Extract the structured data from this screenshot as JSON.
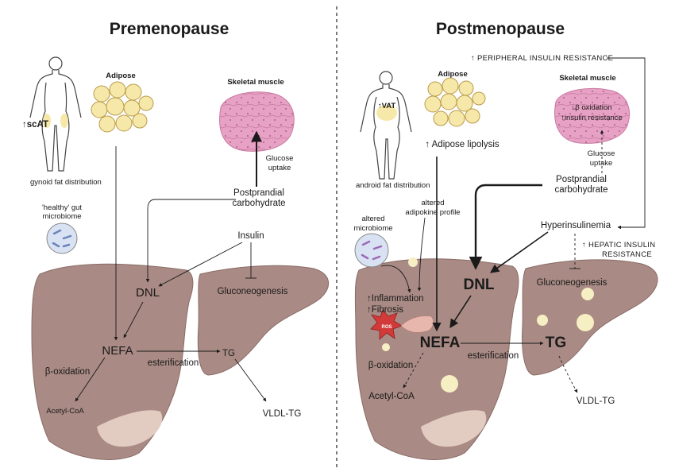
{
  "premenopause": {
    "title": "Premenopause",
    "scat": "↑scAT",
    "fat_distribution": "gynoid fat distribution",
    "adipose": "Adipose",
    "skeletal_muscle": "Skeletal muscle",
    "glucose_uptake": [
      "Glucose",
      "uptake"
    ],
    "postprandial": [
      "Postprandial",
      "carbohydrate"
    ],
    "gut": [
      "'healthy' gut",
      "microbiome"
    ],
    "insulin": "Insulin",
    "dnl": "DNL",
    "gluconeogenesis": "Gluconeogenesis",
    "nefa": "NEFA",
    "esterification": "esterification",
    "tg": "TG",
    "beta_oxidation": "β-oxidation",
    "acetyl_coa": "Acetyl-CoA",
    "vldl": "VLDL-TG"
  },
  "postmenopause": {
    "title": "Postmenopause",
    "peripheral_ir": "↑ PERIPHERAL INSULIN RESISTANCE",
    "vat": "↑VAT",
    "fat_distribution": "android fat distribution",
    "adipose": "Adipose",
    "lipolysis": "↑ Adipose lipolysis",
    "skeletal_muscle": "Skeletal muscle",
    "muscle_beta": "↓β oxidation",
    "muscle_ir": "↑insulin resistance",
    "glucose_uptake": [
      "Glucose",
      "uptake"
    ],
    "postprandial": [
      "Postprandial",
      "carbohydrate"
    ],
    "adipokine": [
      "altered",
      "adipokine profile"
    ],
    "microbiome": [
      "altered",
      "microbiome"
    ],
    "hyperinsulinemia": "Hyperinsulinemia",
    "hepatic_ir": [
      "↑ HEPATIC  INSULIN",
      "RESISTANCE"
    ],
    "dnl": "DNL",
    "gluconeogenesis": "Gluconeogenesis",
    "inflammation": "↑Inflammation",
    "fibrosis": "↑Fibrosis",
    "ros": "ROS",
    "nefa": "NEFA",
    "esterification": "esterification",
    "tg": "TG",
    "beta_oxidation": "β-oxidation",
    "acetyl_coa": "Acetyl-CoA",
    "vldl": "VLDL-TG"
  },
  "colors": {
    "liver": "#a98a84",
    "liver_stroke": "#8a6c66",
    "gallbladder": "#e2ccc2",
    "fat": "#f6e8a8",
    "fat_stroke": "#b99a4a",
    "muscle": "#e7a1c4",
    "microbe": "#d8e2f2"
  }
}
